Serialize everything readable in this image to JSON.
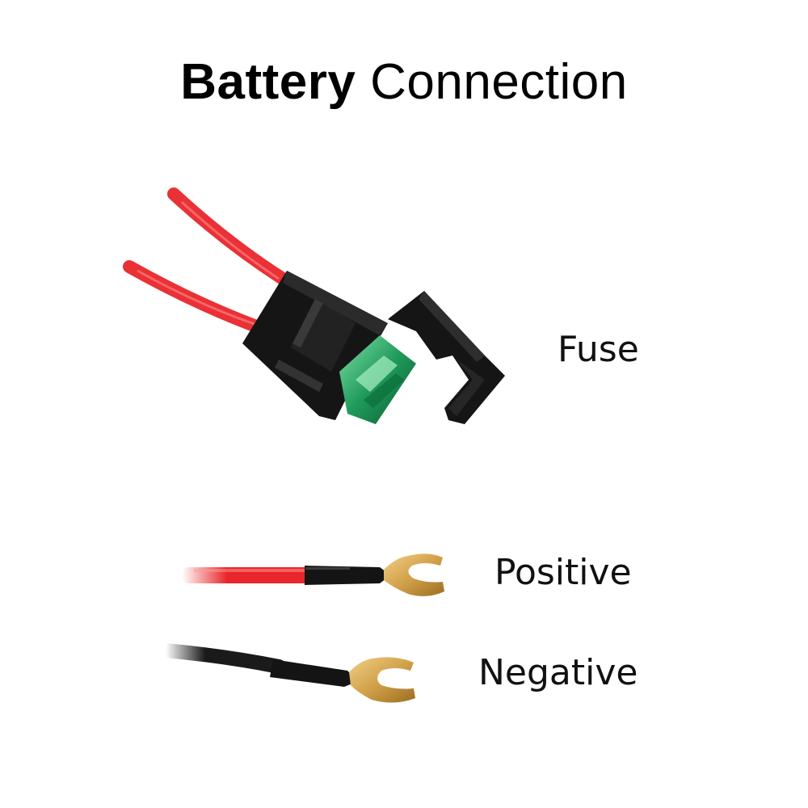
{
  "title": {
    "bold": "Battery",
    "rest": " Connection"
  },
  "labels": {
    "fuse": "Fuse",
    "positive": "Positive",
    "negative": "Negative"
  },
  "colors": {
    "red_wire": "#e8262b",
    "black_wire": "#1a1a1a",
    "fuse_holder": "#151515",
    "fuse_green": "#1f9a5a",
    "terminal_brass": "#d2a14a"
  }
}
